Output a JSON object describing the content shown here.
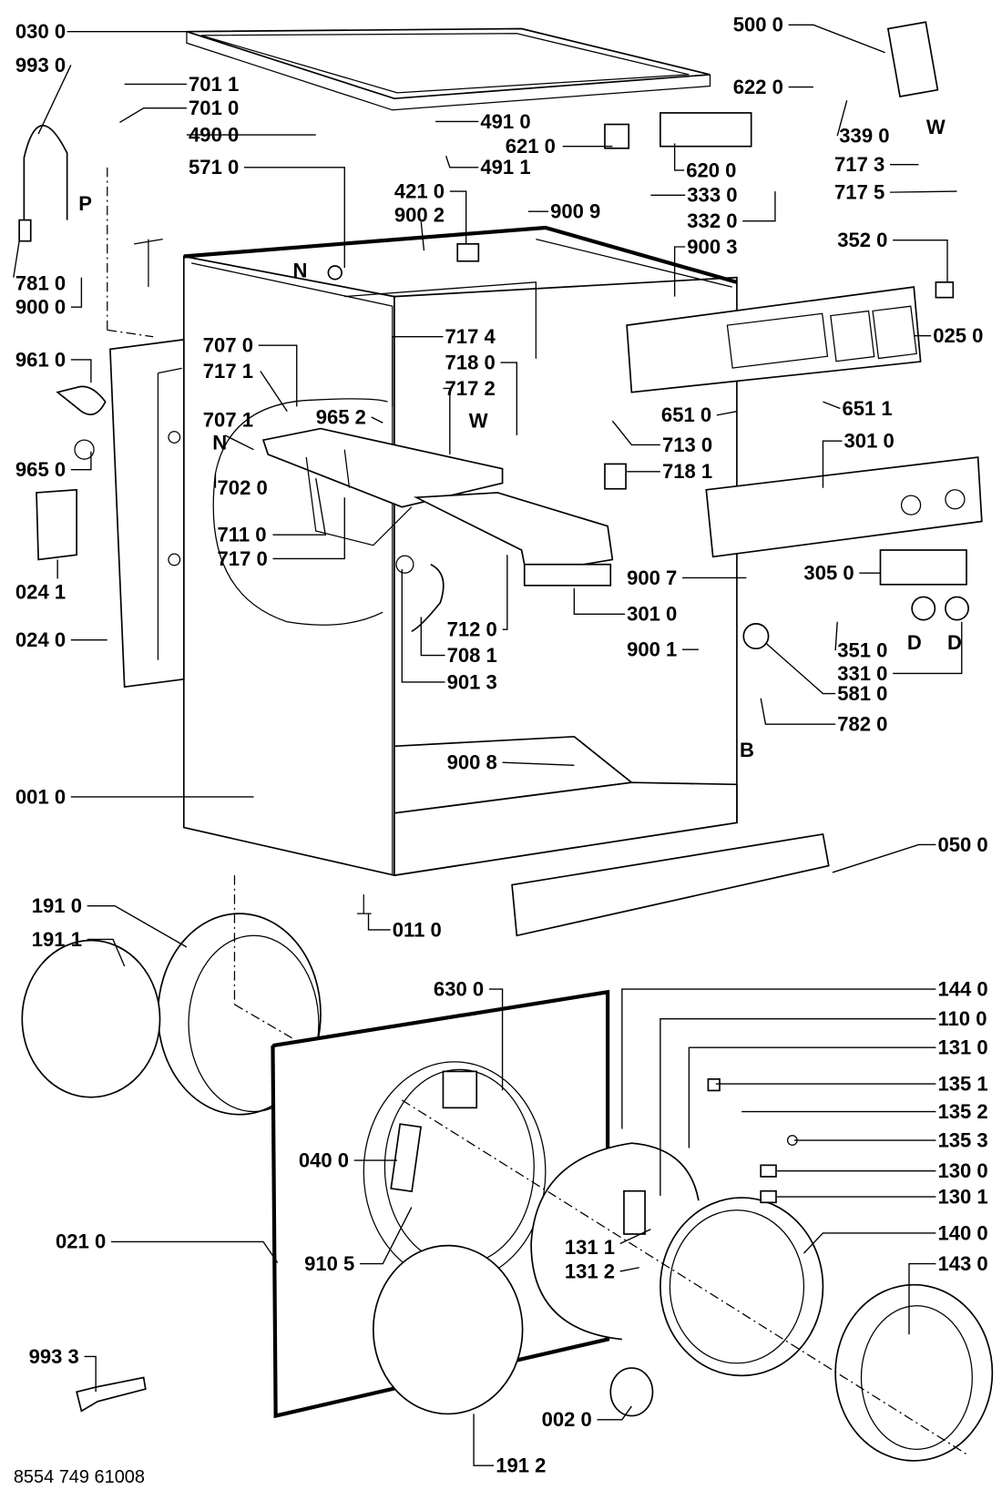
{
  "diagram": {
    "labels": [
      "030 0",
      "993 0",
      "701 1",
      "701 0",
      "490 0",
      "571 0",
      "491 0",
      "621 0",
      "491 1",
      "620 0",
      "339 0",
      "622 0",
      "500 0",
      "717 3",
      "717 5",
      "333 0",
      "332 0",
      "421 0",
      "900 2",
      "900 9",
      "900 3",
      "352 0",
      "025 0",
      "781 0",
      "900 0",
      "961 0",
      "965 0",
      "024 1",
      "024 0",
      "707 0",
      "717 1",
      "707 1",
      "702 0",
      "711 0",
      "717 0",
      "965 2",
      "717 4",
      "718 0",
      "717 2",
      "651 0",
      "651 1",
      "713 0",
      "718 1",
      "301 0",
      "305 0",
      "900 7",
      "301 0",
      "712 0",
      "708 1",
      "901 3",
      "900 1",
      "351 0",
      "331 0",
      "581 0",
      "782 0",
      "900 8",
      "001 0",
      "050 0",
      "191 0",
      "191 1",
      "011 0",
      "630 0",
      "144 0",
      "110 0",
      "131 0",
      "135 1",
      "135 2",
      "135 3",
      "130 0",
      "130 1",
      "140 0",
      "143 0",
      "040 0",
      "021 0",
      "910 5",
      "131 1",
      "131 2",
      "993 3",
      "002 0",
      "191 2"
    ],
    "letters": [
      "P",
      "W",
      "N",
      "N",
      "W",
      "B",
      "D",
      "D"
    ],
    "footer": "8554 749 61008"
  }
}
